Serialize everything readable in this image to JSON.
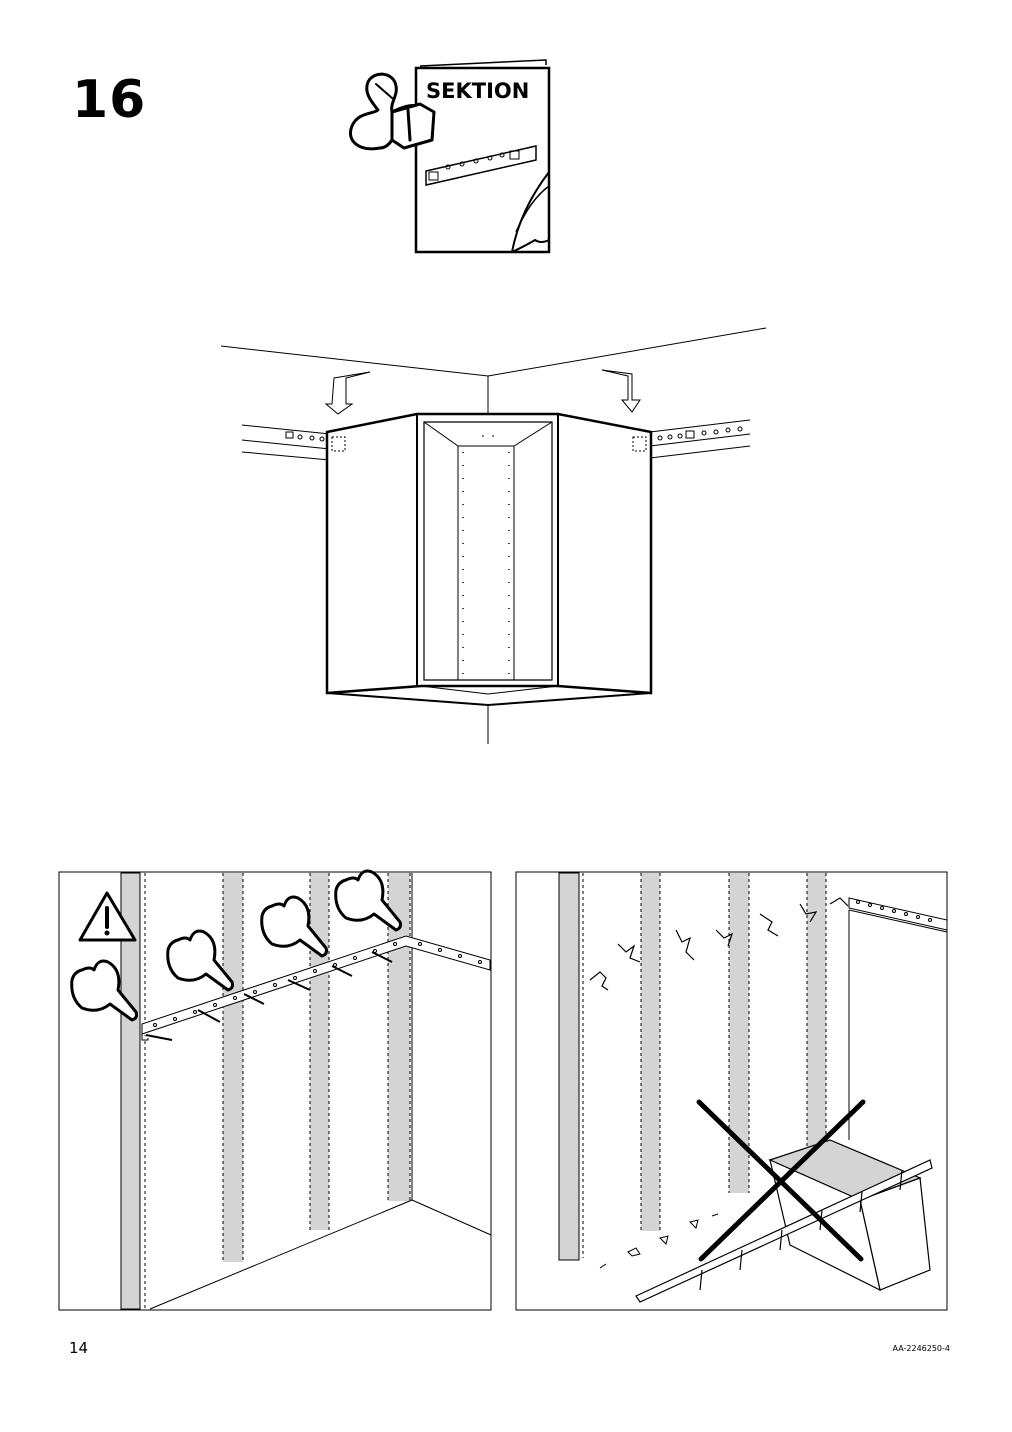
{
  "step": {
    "number": "16"
  },
  "booklet": {
    "title": "SEKTION"
  },
  "footer": {
    "page_number": "14",
    "doc_code": "AA-2246250-4"
  },
  "icons": [
    "manual-reading-icon",
    "down-arrow-icon",
    "warning-icon",
    "pointing-hand-icon",
    "wrong-cross-icon"
  ],
  "colors": {
    "ink": "#000000",
    "shade": "#d4d4d4",
    "paper": "#ffffff"
  }
}
